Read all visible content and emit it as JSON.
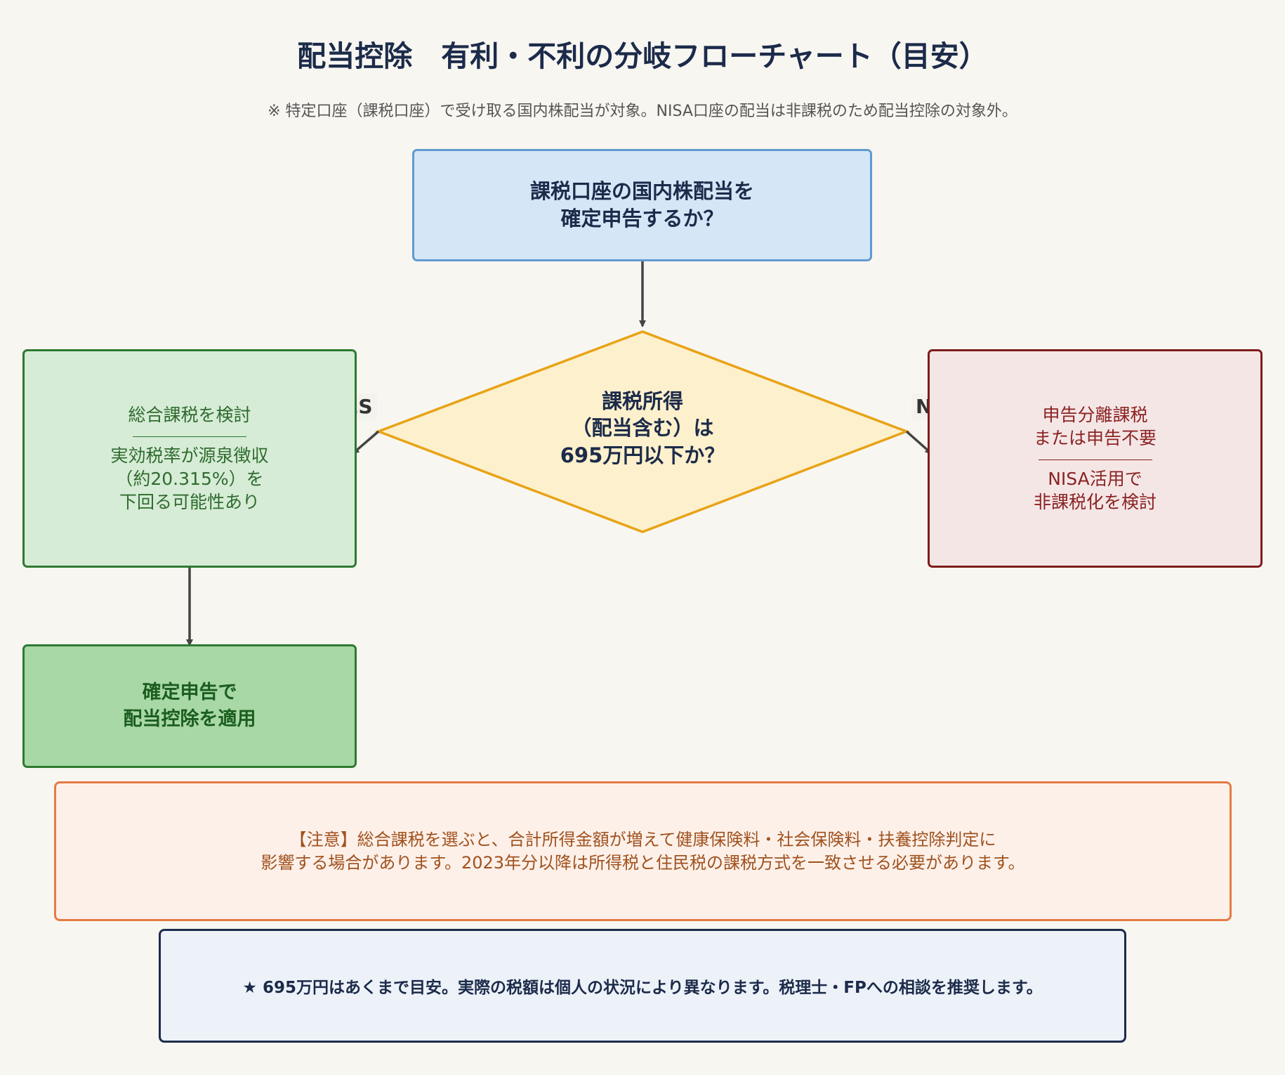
{
  "title": "配当控除　有利・不利の分岐フローチャート（目安）",
  "subtitle": "※ 特定口座（課税口座）で受け取る国内株配当が対象。NISA口座の配当は非課税のため配当控除の対象外。",
  "start_node": {
    "line1": "課税口座の国内株配当を",
    "line2": "確定申告するか？"
  },
  "decision_node": {
    "line1": "課税所得",
    "line2": "（配当含む）は",
    "line3": "695万円以下か？"
  },
  "yes_label": "YES",
  "no_label": "NO",
  "yes_node": {
    "heading": "総合課税を検討",
    "line1": "実効税率が源泉徴収",
    "line2": "（約20.315%）を",
    "line3": "下回る可能性あり"
  },
  "no_node": {
    "heading1": "申告分離課税",
    "heading2": "または申告不要",
    "line1": "NISA活用で",
    "line2": "非課税化を検討"
  },
  "apply_node": {
    "line1": "確定申告で",
    "line2": "配当控除を適用"
  },
  "note": {
    "line1": "【注意】総合課税を選ぶと、合計所得金額が増えて健康保険料・社会保険料・扶養控除判定に",
    "line2": "影響する場合があります。2023年分以降は所得税と住民税の課税方式を一致させる必要があります。"
  },
  "disclaimer": "★ 695万円はあくまで目安。実際の税額は個人の状況により異なります。税理士・FPへの相談を推奨します。",
  "colors": {
    "start_fill": "#d5e6f7",
    "start_border": "#5f9bd0",
    "decision_fill": "#fdf0cc",
    "decision_border": "#e8a317",
    "yes_fill": "#d6ecd6",
    "yes_border": "#2e7a32",
    "no_fill": "#f5e6e6",
    "no_border": "#7d1c1c",
    "apply_fill": "#a8d8a6",
    "note_fill": "#fdf0e9",
    "note_border": "#e47b45",
    "disclaimer_fill": "#edf2f9",
    "disclaimer_border": "#1c2b4a",
    "arrow": "#444444"
  }
}
